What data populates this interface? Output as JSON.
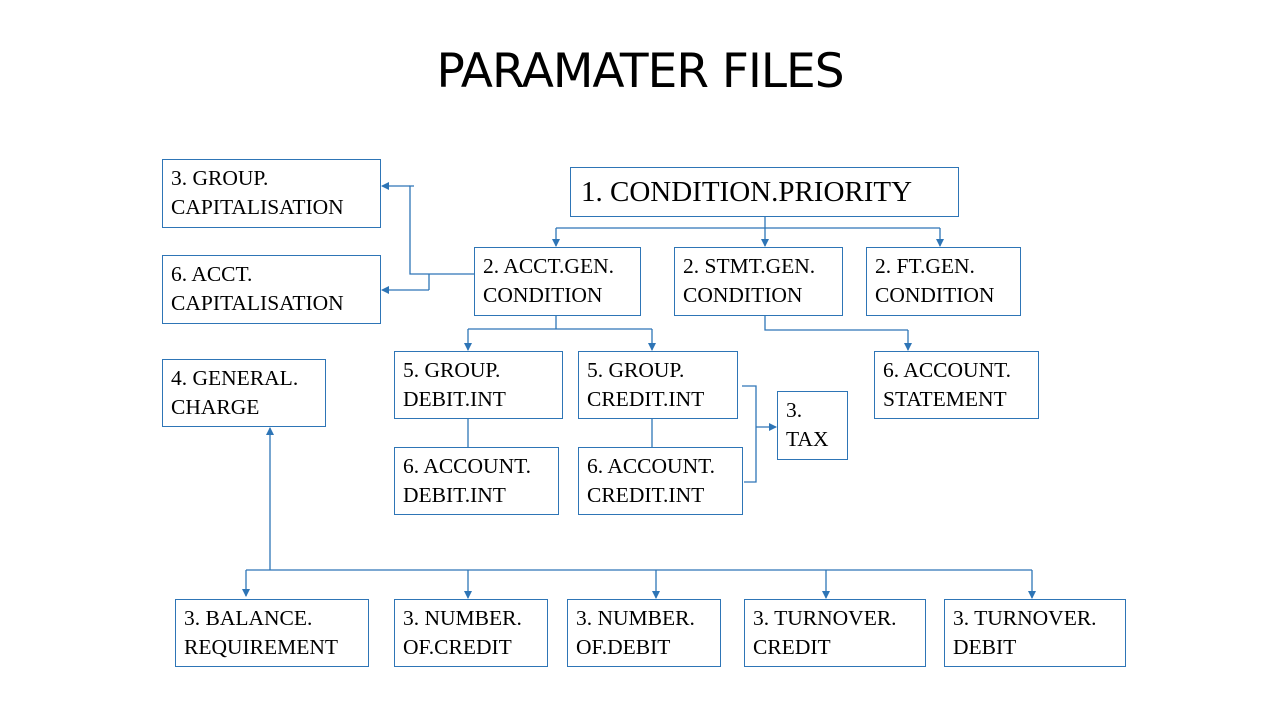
{
  "title": "PARAMATER FILES",
  "colors": {
    "line": "#2e75b6"
  },
  "boxes": {
    "condition_priority": [
      "1. CONDITION.PRIORITY"
    ],
    "group_capitalisation": [
      "3. GROUP.",
      "CAPITALISATION"
    ],
    "acct_capitalisation": [
      "6. ACCT.",
      "CAPITALISATION"
    ],
    "general_charge": [
      "4. GENERAL.",
      "CHARGE"
    ],
    "acct_gen_condition": [
      "2. ACCT.GEN.",
      "CONDITION"
    ],
    "stmt_gen_condition": [
      "2. STMT.GEN.",
      "CONDITION"
    ],
    "ft_gen_condition": [
      "2. FT.GEN.",
      "CONDITION"
    ],
    "group_debit_int": [
      "5. GROUP.",
      "DEBIT.INT"
    ],
    "group_credit_int": [
      "5. GROUP.",
      "CREDIT.INT"
    ],
    "tax": [
      "3.",
      "TAX"
    ],
    "account_statement": [
      "6. ACCOUNT.",
      "STATEMENT"
    ],
    "account_debit_int": [
      "6. ACCOUNT.",
      "DEBIT.INT"
    ],
    "account_credit_int": [
      "6. ACCOUNT.",
      "CREDIT.INT"
    ],
    "balance_requirement": [
      "3. BALANCE.",
      "REQUIREMENT"
    ],
    "number_of_credit": [
      "3. NUMBER.",
      "OF.CREDIT"
    ],
    "number_of_debit": [
      "3. NUMBER.",
      "OF.DEBIT"
    ],
    "turnover_credit": [
      "3. TURNOVER.",
      "CREDIT"
    ],
    "turnover_debit": [
      "3. TURNOVER.",
      "DEBIT"
    ]
  }
}
